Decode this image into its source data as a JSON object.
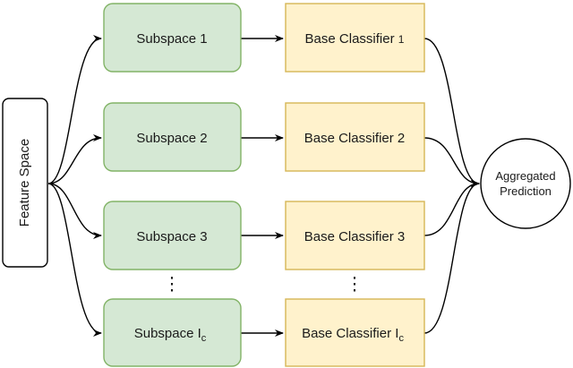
{
  "feature_space": {
    "label": "Feature Space"
  },
  "subspaces": [
    {
      "label": "Subspace 1",
      "sub": ""
    },
    {
      "label": "Subspace 2",
      "sub": ""
    },
    {
      "label": "Subspace 3",
      "sub": ""
    },
    {
      "label": "Subspace I",
      "sub": "c"
    }
  ],
  "classifiers": [
    {
      "label": "Base Classifier ",
      "num": "1",
      "sub": ""
    },
    {
      "label": "Base Classifier 2",
      "num": "",
      "sub": ""
    },
    {
      "label": "Base Classifier 3",
      "num": "",
      "sub": ""
    },
    {
      "label": "Base Classifier I",
      "num": "",
      "sub": "c"
    }
  ],
  "ellipsis": "⋮",
  "output": {
    "line1": "Aggregated",
    "line2": "Prediction"
  },
  "colors": {
    "subspace_fill": "#d5e8d4",
    "subspace_stroke": "#82b366",
    "classifier_fill": "#fff2cc",
    "classifier_stroke": "#d6b656",
    "feature_fill": "#ffffff",
    "feature_stroke": "#000000",
    "edge": "#000000"
  }
}
